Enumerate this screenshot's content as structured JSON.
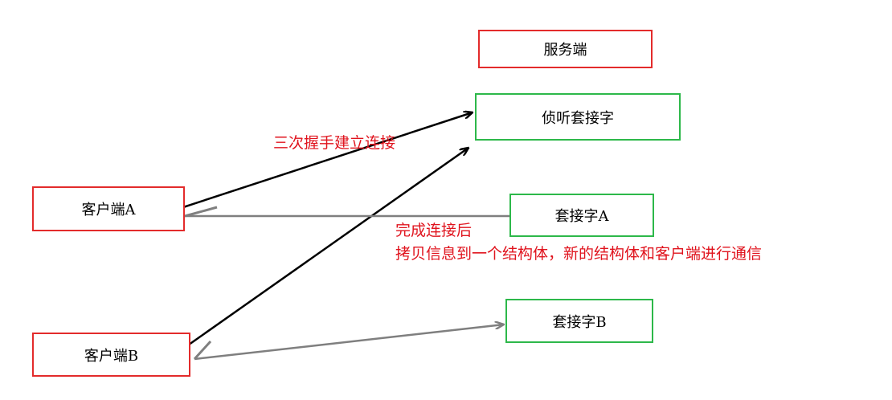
{
  "colors": {
    "server_border": "#e32b2b",
    "listen_border": "#2db84a",
    "client_border": "#e32b2b",
    "socket_border": "#2db84a",
    "handshake_arrow": "#000000",
    "copy_arrow": "#7f7f7f",
    "annotation_text": "#e0141e"
  },
  "server": {
    "label": "服务端"
  },
  "listen_socket": {
    "label": "侦听套接字"
  },
  "clients": [
    {
      "label": "客户端A"
    },
    {
      "label": "客户端B"
    }
  ],
  "sockets": [
    {
      "label": "套接字A"
    },
    {
      "label": "套接字B"
    }
  ],
  "annotations": {
    "handshake": "三次握手建立连接",
    "copy_line1": "完成连接后",
    "copy_line2": "拷贝信息到一个结构体，新的结构体和客户端进行通信"
  }
}
